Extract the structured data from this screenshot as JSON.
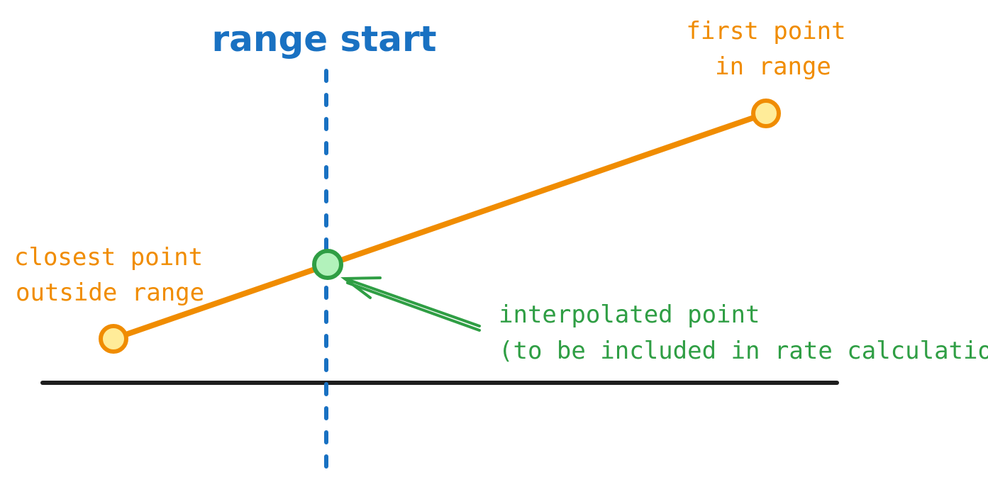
{
  "diagram": {
    "range_label": "range start",
    "first_point_label": {
      "line1": "first point",
      "line2": "in range"
    },
    "closest_point_label": {
      "line1": "closest point",
      "line2": "outside range"
    },
    "interpolated_label": {
      "line1": "interpolated point",
      "line2": "(to be included in rate calculation)"
    },
    "colors": {
      "range_blue": "#1971c2",
      "line_orange": "#f08c00",
      "point_fill_yellow": "#ffec99",
      "interp_green": "#2f9e44",
      "interp_fill_green": "#b2f2bb",
      "baseline": "#1e1e1e"
    }
  }
}
